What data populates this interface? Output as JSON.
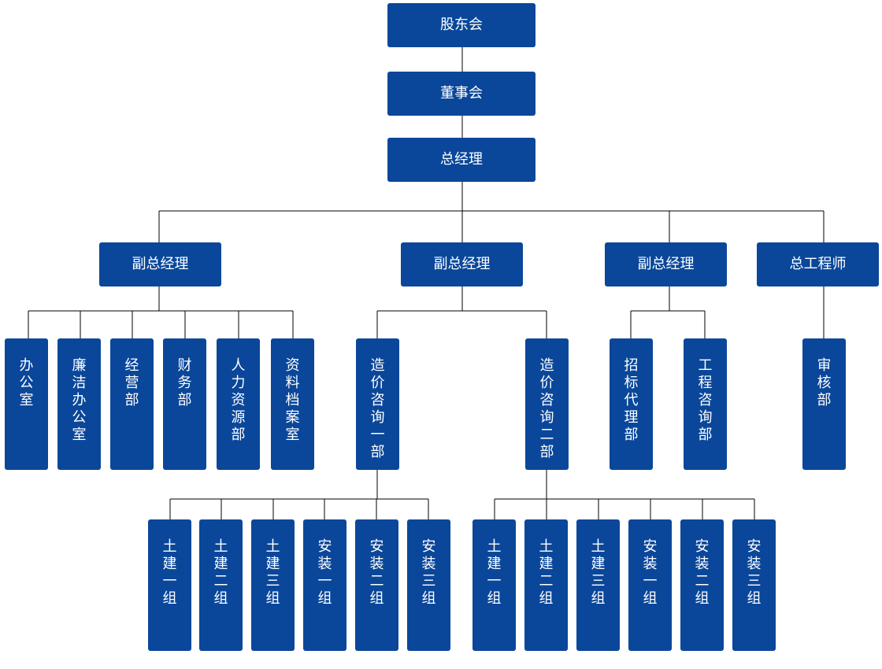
{
  "colors": {
    "box": "#0a479a",
    "text": "#ffffff",
    "line": "#000000"
  },
  "top": {
    "shareholders": "股东会",
    "board": "董事会",
    "gm": "总经理"
  },
  "level2": {
    "vp1": "副总经理",
    "vp2": "副总经理",
    "vp3": "副总经理",
    "chief_engineer": "总工程师"
  },
  "level3": {
    "office": "办\n公\n室",
    "integrity_office": "廉\n洁\n办\n公\n室",
    "operations": "经\n营\n部",
    "finance": "财\n务\n部",
    "hr": "人\n力\n资\n源\n部",
    "archives": "资\n料\n档\n案\n室",
    "cost1": "造\n价\n咨\n询\n一\n部",
    "cost2": "造\n价\n咨\n询\n二\n部",
    "tender": "招\n标\n代\n理\n部",
    "eng_consult": "工\n程\n咨\n询\n部",
    "audit": "审\n核\n部"
  },
  "level4_a": {
    "g1": "土\n建\n一\n组",
    "g2": "土\n建\n二\n组",
    "g3": "土\n建\n三\n组",
    "g4": "安\n装\n一\n组",
    "g5": "安\n装\n二\n组",
    "g6": "安\n装\n三\n组"
  },
  "level4_b": {
    "g1": "土\n建\n一\n组",
    "g2": "土\n建\n二\n组",
    "g3": "土\n建\n三\n组",
    "g4": "安\n装\n一\n组",
    "g5": "安\n装\n二\n组",
    "g6": "安\n装\n三\n组"
  }
}
